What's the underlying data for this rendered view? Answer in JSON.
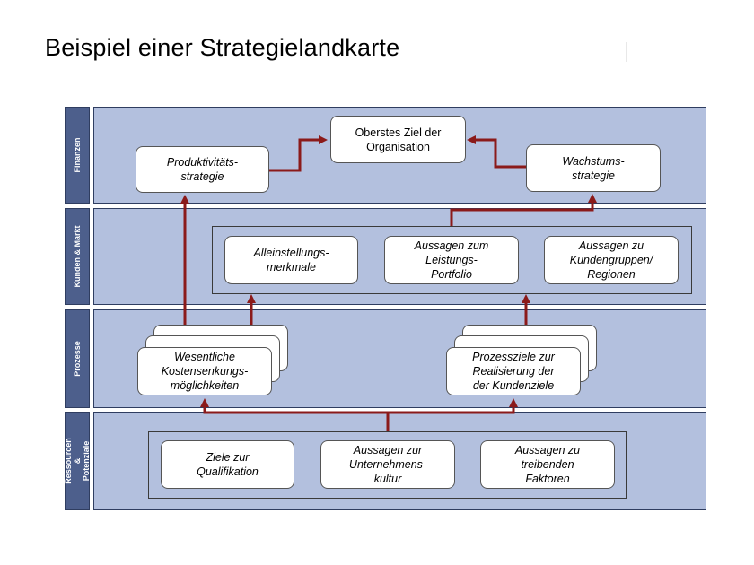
{
  "title": "Beispiel einer Strategielandkarte",
  "colors": {
    "lane_fill": "#b3c0de",
    "label_fill": "#4d5f8c",
    "arrow": "#8b1a1a"
  },
  "lanes": [
    {
      "label": "Finanzen"
    },
    {
      "label": "Kunden & Markt"
    },
    {
      "label": "Prozesse"
    },
    {
      "label": "Ressourcen &\nPotenziale"
    }
  ],
  "finance": {
    "top_goal": "Oberstes Ziel der\nOrganisation",
    "productivity": "Produktivitäts-\nstrategie",
    "growth": "Wachstums-\nstrategie"
  },
  "customer": {
    "uniqueness": "Alleinstellungs-\nmerkmale",
    "portfolio": "Aussagen zum\nLeistungs-\nPortfolio",
    "groups": "Aussagen zu\nKundengruppen/\nRegionen"
  },
  "process": {
    "cost": "Wesentliche\nKostensenkungs-\nmöglichkeiten",
    "goals": "Prozessziele zur\nRealisierung der\nder Kundenziele"
  },
  "resources": {
    "qualification": "Ziele zur\nQualifikation",
    "culture": "Aussagen zur\nUnternehmens-\nkultur",
    "drivers": "Aussagen zu\ntreibenden\nFaktoren"
  }
}
